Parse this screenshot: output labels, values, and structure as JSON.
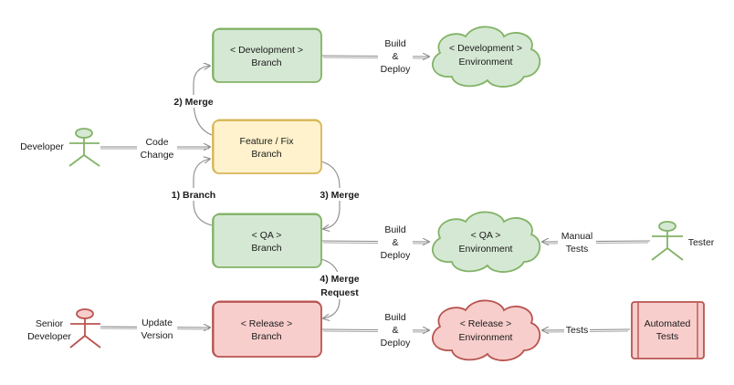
{
  "colors": {
    "green_fill": "#d5e8d4",
    "green_stroke": "#82b366",
    "yellow_fill": "#fff2cc",
    "yellow_stroke": "#d6b656",
    "red_fill": "#f8cecc",
    "red_stroke": "#b85450",
    "edge": "#8a8a8a"
  },
  "nodes": {
    "dev_branch": {
      "line1": "< Development >",
      "line2": "Branch"
    },
    "feature_branch": {
      "line1": "Feature / Fix",
      "line2": "Branch"
    },
    "qa_branch": {
      "line1": "< QA >",
      "line2": "Branch"
    },
    "release_branch": {
      "line1": "< Release >",
      "line2": "Branch"
    },
    "dev_env": {
      "line1": "< Development >",
      "line2": "Environment"
    },
    "qa_env": {
      "line1": "< QA >",
      "line2": "Environment"
    },
    "release_env": {
      "line1": "< Release >",
      "line2": "Environment"
    },
    "automated_tests": {
      "line1": "Automated",
      "line2": "Tests"
    }
  },
  "actors": {
    "developer": {
      "line1": "Developer"
    },
    "senior_developer": {
      "line1": "Senior",
      "line2": "Developer"
    },
    "tester": {
      "line1": "Tester"
    }
  },
  "edge_labels": {
    "build_deploy": {
      "line1": "Build",
      "line2": "&",
      "line3": "Deploy"
    },
    "code_change": {
      "line1": "Code",
      "line2": "Change"
    },
    "update_version": {
      "line1": "Update",
      "line2": "Version"
    },
    "manual_tests": {
      "line1": "Manual",
      "line2": "Tests"
    },
    "tests": "Tests",
    "merge_2": "2) Merge",
    "branch_1": "1) Branch",
    "merge_3": "3) Merge",
    "merge_request_4": {
      "line1": "4) Merge",
      "line2": "Request"
    }
  }
}
